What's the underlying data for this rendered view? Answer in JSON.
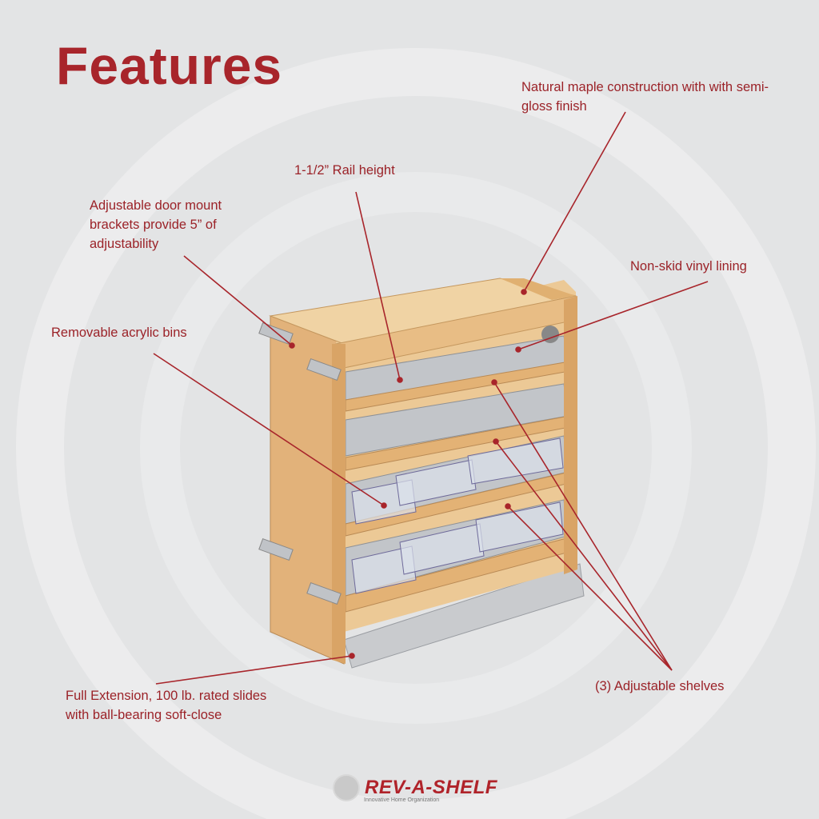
{
  "title": "Features",
  "accent_color": "#a8252b",
  "callouts": {
    "maple": "Natural maple construction with with semi-gloss finish",
    "rail": "1-1/2” Rail height",
    "door_mount": "Adjustable door mount brackets provide 5” of adjustability",
    "vinyl": "Non-skid vinyl lining",
    "bins": "Removable acrylic bins",
    "shelves": "(3) Adjustable shelves",
    "slides": "Full Extension, 100 lb. rated slides with ball-bearing soft-close"
  },
  "logo": {
    "name": "REV-A-SHELF",
    "tagline": "Innovative Home Organization"
  }
}
